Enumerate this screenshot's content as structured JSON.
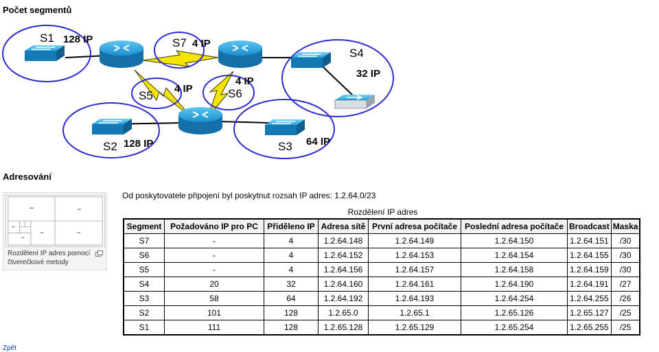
{
  "headings": {
    "segments": "Počet segmentů",
    "addressing": "Adresování"
  },
  "diagram": {
    "segments": [
      {
        "name": "S1",
        "ip": "128 IP"
      },
      {
        "name": "S7",
        "ip": "4 IP"
      },
      {
        "name": "S4",
        "ip": "32 IP"
      },
      {
        "name": "S5",
        "ip": "4 IP"
      },
      {
        "name": "S6",
        "ip": "4 IP"
      },
      {
        "name": "S2",
        "ip": "128 IP"
      },
      {
        "name": "S3",
        "ip": "64 IP"
      }
    ]
  },
  "thumbnail": {
    "caption": "Rozdělení IP adres pomocí čtverečkové metody",
    "icon": "enlarge-icon"
  },
  "intro": "Od poskytovatele připojení byl poskytnut rozsah IP adres: 1.2.64.0/23",
  "table": {
    "caption": "Rozdělení IP adres",
    "headers": [
      "Segment",
      "Požadováno IP pro PC",
      "Přiděleno IP",
      "Adresa sítě",
      "První adresa počítače",
      "Poslední adresa počítače",
      "Broadcast",
      "Maska"
    ],
    "rows": [
      [
        "S7",
        "-",
        "4",
        "1.2.64.148",
        "1.2.64.149",
        "1.2.64.150",
        "1.2.64.151",
        "/30"
      ],
      [
        "S6",
        "-",
        "4",
        "1.2.64.152",
        "1.2.64.153",
        "1.2.64.154",
        "1.2.64.155",
        "/30"
      ],
      [
        "S5",
        "-",
        "4",
        "1.2.64.156",
        "1.2.64.157",
        "1.2.64.158",
        "1.2.64.159",
        "/30"
      ],
      [
        "S4",
        "20",
        "32",
        "1.2.64.160",
        "1.2.64.161",
        "1.2.64.190",
        "1.2.64.191",
        "/27"
      ],
      [
        "S3",
        "58",
        "64",
        "1.2.64.192",
        "1.2.64.193",
        "1.2.64.254",
        "1.2.64.255",
        "/26"
      ],
      [
        "S2",
        "101",
        "128",
        "1.2.65.0",
        "1.2.65.1",
        "1.2.65.126",
        "1.2.65.127",
        "/25"
      ],
      [
        "S1",
        "111",
        "128",
        "1.2.65.128",
        "1.2.65.129",
        "1.2.65.254",
        "1.2.65.255",
        "/25"
      ]
    ]
  },
  "back_link": "Zpět",
  "colors": {
    "ellipse": "#2a2ad0",
    "device_blue": "#1e9bd6",
    "serial_link": "#f5e400",
    "link": "#0645ad"
  }
}
